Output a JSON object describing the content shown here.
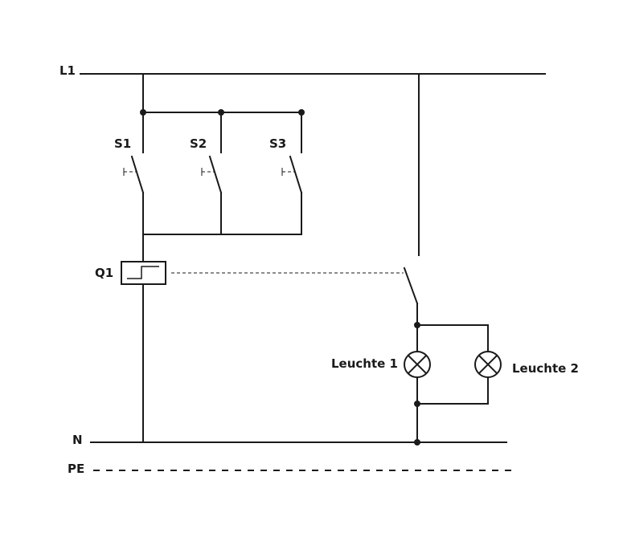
{
  "rails": {
    "l1": "L1",
    "n": "N",
    "pe": "PE"
  },
  "switches": [
    {
      "label": "S1"
    },
    {
      "label": "S2"
    },
    {
      "label": "S3"
    }
  ],
  "relay": {
    "label": "Q1"
  },
  "lamps": [
    {
      "label": "Leuchte 1"
    },
    {
      "label": "Leuchte 2"
    }
  ],
  "colors": {
    "line": "#1a1a1a",
    "background": "#ffffff"
  }
}
